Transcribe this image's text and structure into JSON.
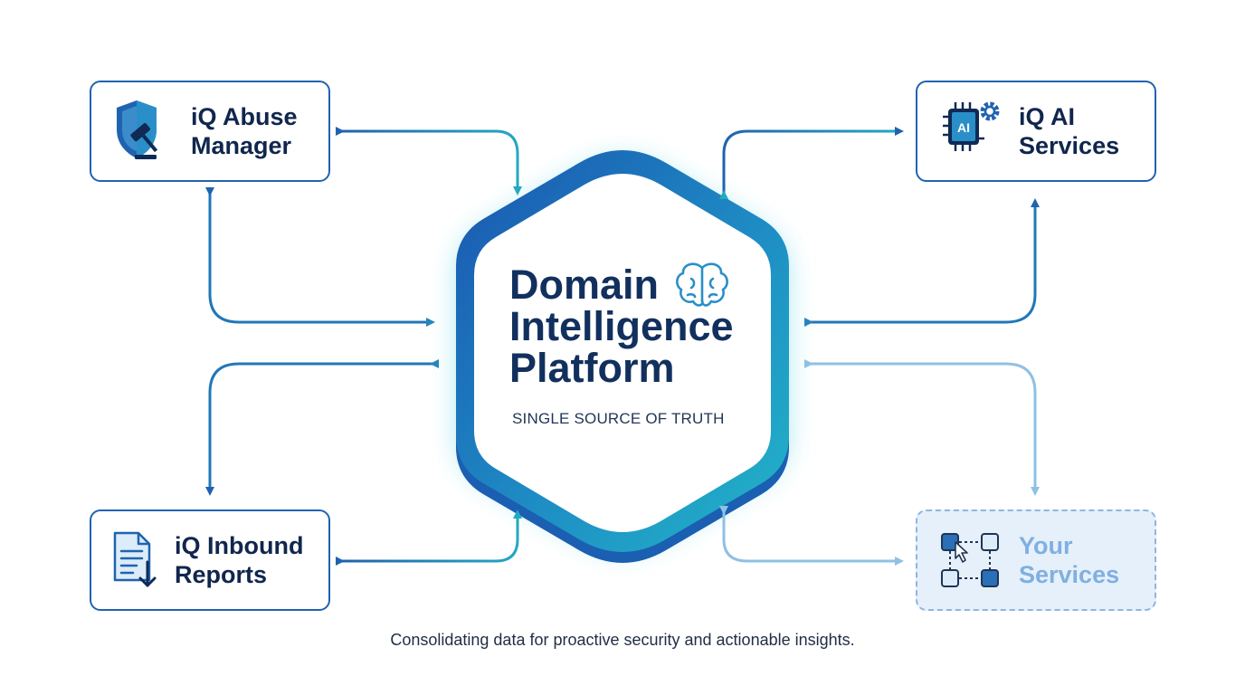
{
  "hub": {
    "title_lines": [
      "Domain",
      "Intelligence",
      "Platform"
    ],
    "subtitle": "SINGLE SOURCE OF TRUTH",
    "icon": "brain-icon"
  },
  "nodes": {
    "abuse": {
      "lines": [
        "iQ Abuse",
        "Manager"
      ],
      "icon": "shield-gavel-icon"
    },
    "ai": {
      "lines": [
        "iQ AI",
        "Services"
      ],
      "icon": "ai-chip-gear-icon",
      "chip_label": "AI"
    },
    "inbound": {
      "lines": [
        "iQ Inbound",
        "Reports"
      ],
      "icon": "document-download-icon"
    },
    "your": {
      "lines": [
        "Your",
        "Services"
      ],
      "icon": "workflow-nodes-icon"
    }
  },
  "caption": "Consolidating data for proactive security and actionable insights.",
  "colors": {
    "dark_blue": "#1f63b0",
    "teal": "#23a9c1",
    "light_blue": "#8fc0e6",
    "text_navy": "#12305e"
  }
}
